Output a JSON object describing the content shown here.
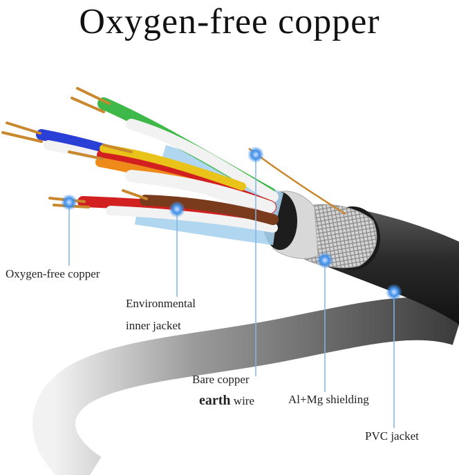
{
  "title": "Oxygen-free copper",
  "labels": {
    "oxygen_free_copper": "Oxygen-free copper",
    "inner_jacket_line1": "Environmental",
    "inner_jacket_line2": "inner jacket",
    "bare_copper_line1": "Bare copper",
    "earth_word": "earth",
    "wire_word": "wire",
    "shielding": "Al+Mg shielding",
    "pvc_jacket": "PVC jacket"
  },
  "colors": {
    "cable_jacket": "#2a2a2a",
    "callout_line": "#7fb6e6",
    "callout_dot": "#3f8ee8",
    "pair_green": "#3fb84a",
    "pair_blue": "#2a3fd6",
    "pair_orange": "#ee8a1a",
    "pair_brown": "#7a3a1c",
    "pair_red": "#d21f1f",
    "pair_yellow": "#e9c21a",
    "copper": "#c9882d",
    "foil": "#a9d2ee",
    "shield": "#c9c9c9"
  }
}
